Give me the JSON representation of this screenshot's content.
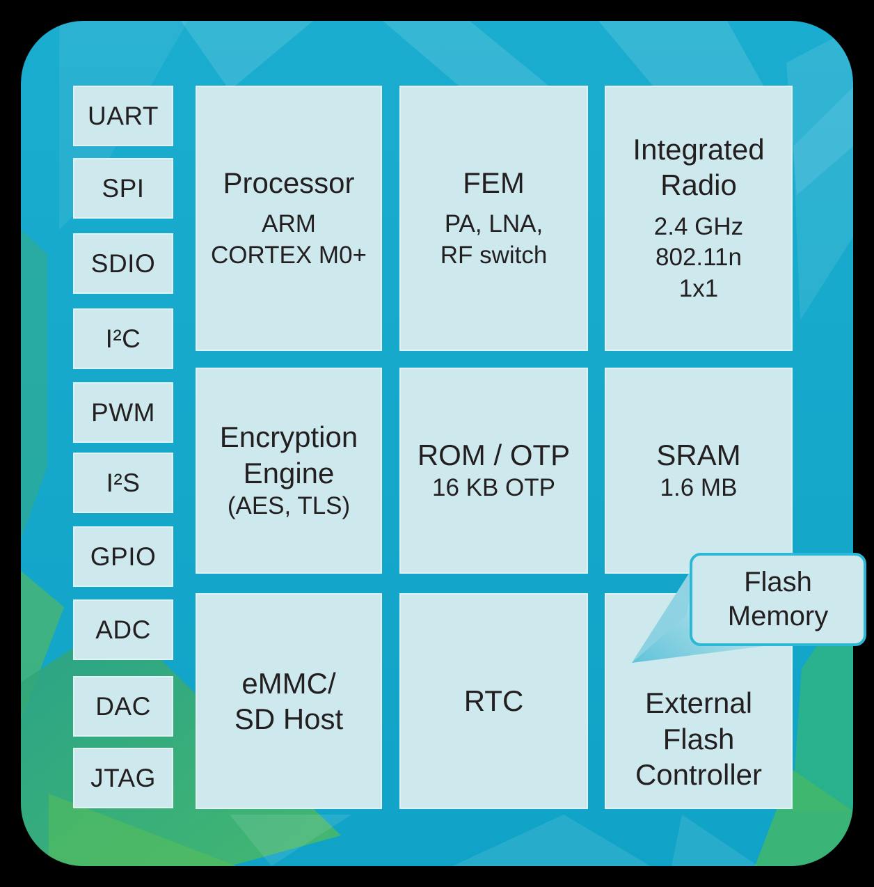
{
  "peripherals": [
    {
      "label": "UART"
    },
    {
      "label": "SPI"
    },
    {
      "label": "SDIO"
    },
    {
      "label": "I²C"
    },
    {
      "label": "PWM"
    },
    {
      "label": "I²S"
    },
    {
      "label": "GPIO"
    },
    {
      "label": "ADC"
    },
    {
      "label": "DAC"
    },
    {
      "label": "JTAG"
    }
  ],
  "blocks": {
    "processor": {
      "title": "Processor",
      "line1": "ARM",
      "line2": "CORTEX M0+"
    },
    "fem": {
      "title": "FEM",
      "line1": "PA, LNA,",
      "line2": "RF switch"
    },
    "integrated_radio": {
      "title1": "Integrated",
      "title2": "Radio",
      "line1": "2.4 GHz",
      "line2": "802.11n",
      "line3": "1x1"
    },
    "encryption": {
      "title1": "Encryption",
      "title2": "Engine",
      "line1": "(AES, TLS)"
    },
    "rom_otp": {
      "title": "ROM / OTP",
      "line1": "16 KB OTP"
    },
    "sram": {
      "title": "SRAM",
      "line1": "1.6 MB"
    },
    "emmc": {
      "title1": "eMMC/",
      "title2": "SD Host"
    },
    "rtc": {
      "title": "RTC"
    },
    "ext_flash": {
      "title1": "External",
      "title2": "Flash",
      "title3": "Controller"
    }
  },
  "callout": {
    "line1": "Flash",
    "line2": "Memory"
  },
  "colors": {
    "chip_teal": "#14a8cb",
    "block_fill": "#cde9ed",
    "text": "#231f20",
    "callout_border": "#2cb7d7",
    "accent_green": "#3cb878",
    "background": "#000000"
  }
}
